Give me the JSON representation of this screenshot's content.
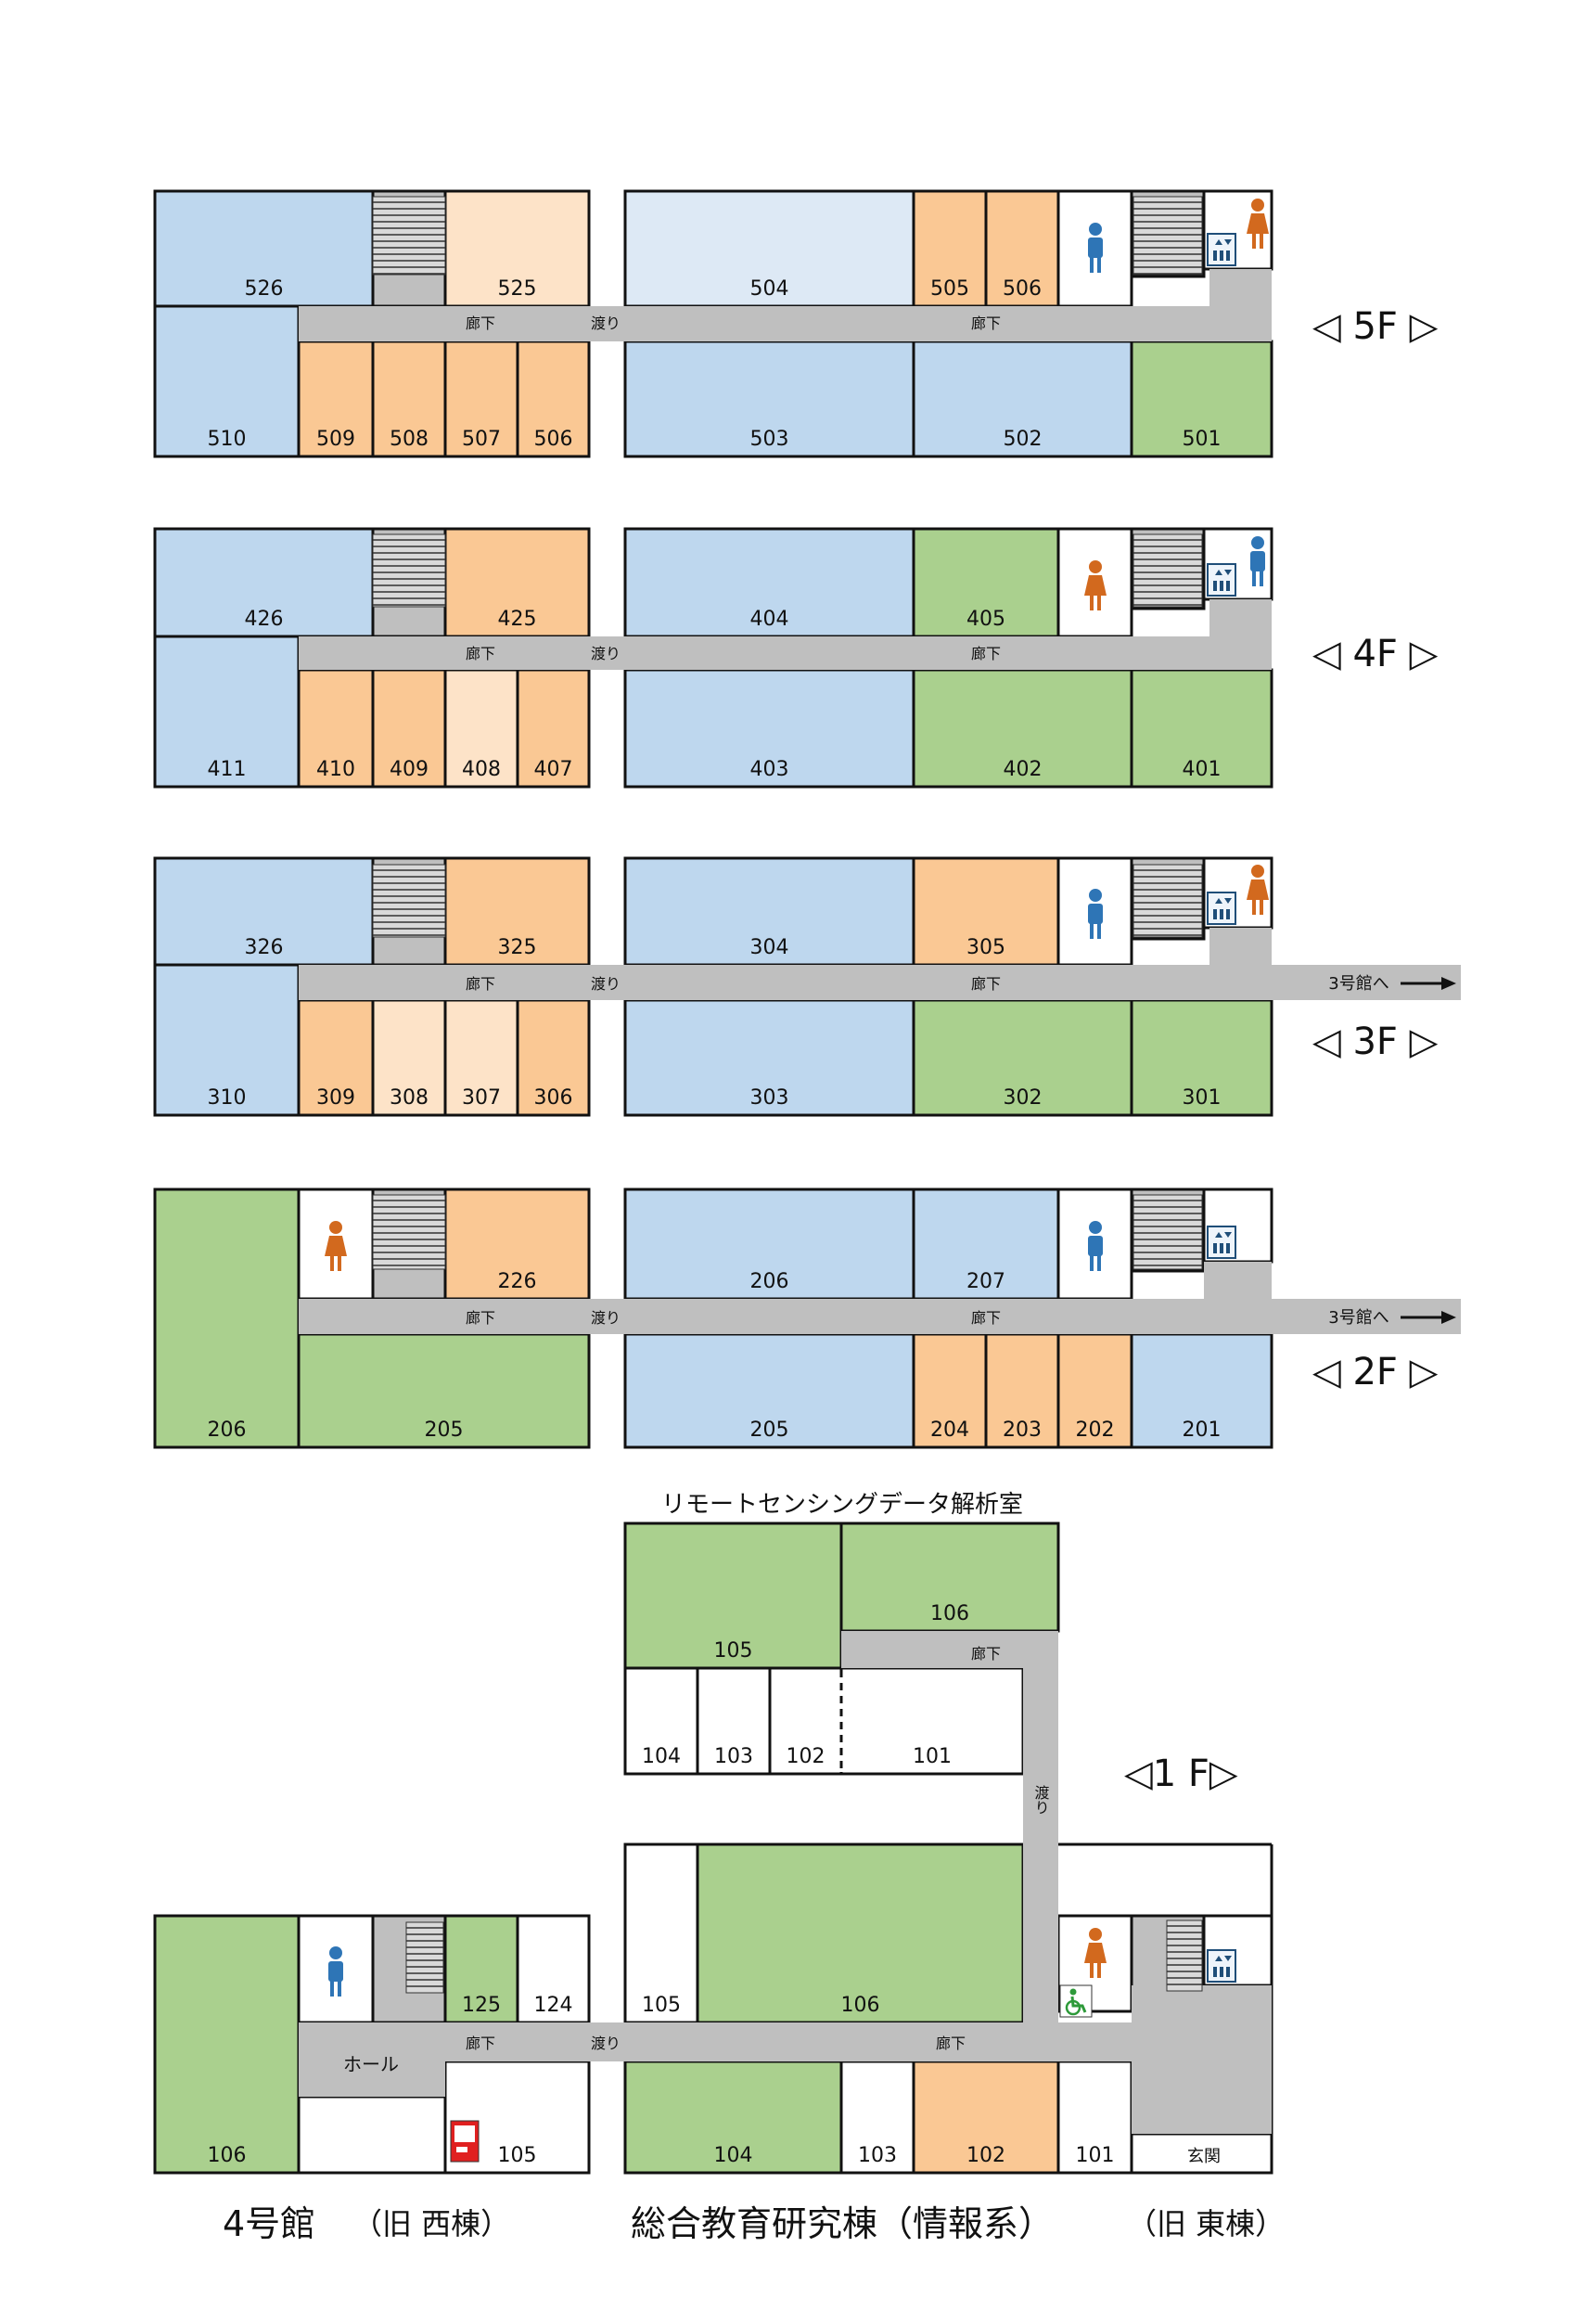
{
  "colors": {
    "blue": "#bed7ee",
    "lightblue": "#dde9f5",
    "orange": "#fac894",
    "lightorange": "#fde3c8",
    "green": "#aad08e",
    "white": "#ffffff",
    "corridor": "#bfbfbf",
    "female": "#d2691e",
    "male": "#2e75b6",
    "accessible": "#2e9a3a"
  },
  "labels": {
    "corridor": "廊下",
    "bridge": "渡り",
    "bridge_vertical": "渡り",
    "hall": "ホール",
    "entrance": "玄関",
    "to_building3": "3号館へ",
    "remote_sensing": "リモートセンシングデータ解析室"
  },
  "floors": {
    "f5": "◁ 5F ▷",
    "f4": "◁ 4F ▷",
    "f3": "◁ 3F ▷",
    "f2": "◁ 2F ▷",
    "f1": "◁1 F▷"
  },
  "captions": {
    "west_name": "4号館",
    "west_old": "（旧 西棟）",
    "east_name": "総合教育研究棟（情報系）",
    "east_old": "（旧 東棟）"
  },
  "icons": [
    "stairs-icon",
    "elevator-icon",
    "female-restroom-icon",
    "male-restroom-icon",
    "accessible-restroom-icon",
    "vending-machine-icon",
    "arrow-right-icon"
  ],
  "rooms": {
    "r526": "526",
    "r525": "525",
    "r504": "504",
    "r505": "505",
    "r506a": "506",
    "r510": "510",
    "r509": "509",
    "r508": "508",
    "r507": "507",
    "r506b": "506",
    "r503": "503",
    "r502": "502",
    "r501": "501",
    "r426": "426",
    "r425": "425",
    "r404": "404",
    "r405": "405",
    "r411": "411",
    "r410": "410",
    "r409": "409",
    "r408": "408",
    "r407": "407",
    "r403": "403",
    "r402": "402",
    "r401": "401",
    "r326": "326",
    "r325": "325",
    "r304": "304",
    "r305": "305",
    "r310": "310",
    "r309": "309",
    "r308": "308",
    "r307": "307",
    "r306": "306",
    "r303": "303",
    "r302": "302",
    "r301": "301",
    "r206w": "206",
    "r226": "226",
    "r206e": "206",
    "r207": "207",
    "r205w": "205",
    "r205e": "205",
    "r204": "204",
    "r203": "203",
    "r202": "202",
    "r201": "201",
    "r105u": "105",
    "r106u": "106",
    "r104u": "104",
    "r103u": "103",
    "r102u": "102",
    "r101u": "101",
    "r106w": "106",
    "r125": "125",
    "r124": "124",
    "r105w": "105",
    "r105e": "105",
    "r106e": "106",
    "r104e": "104",
    "r103e": "103",
    "r102e": "102",
    "r101e": "101"
  }
}
